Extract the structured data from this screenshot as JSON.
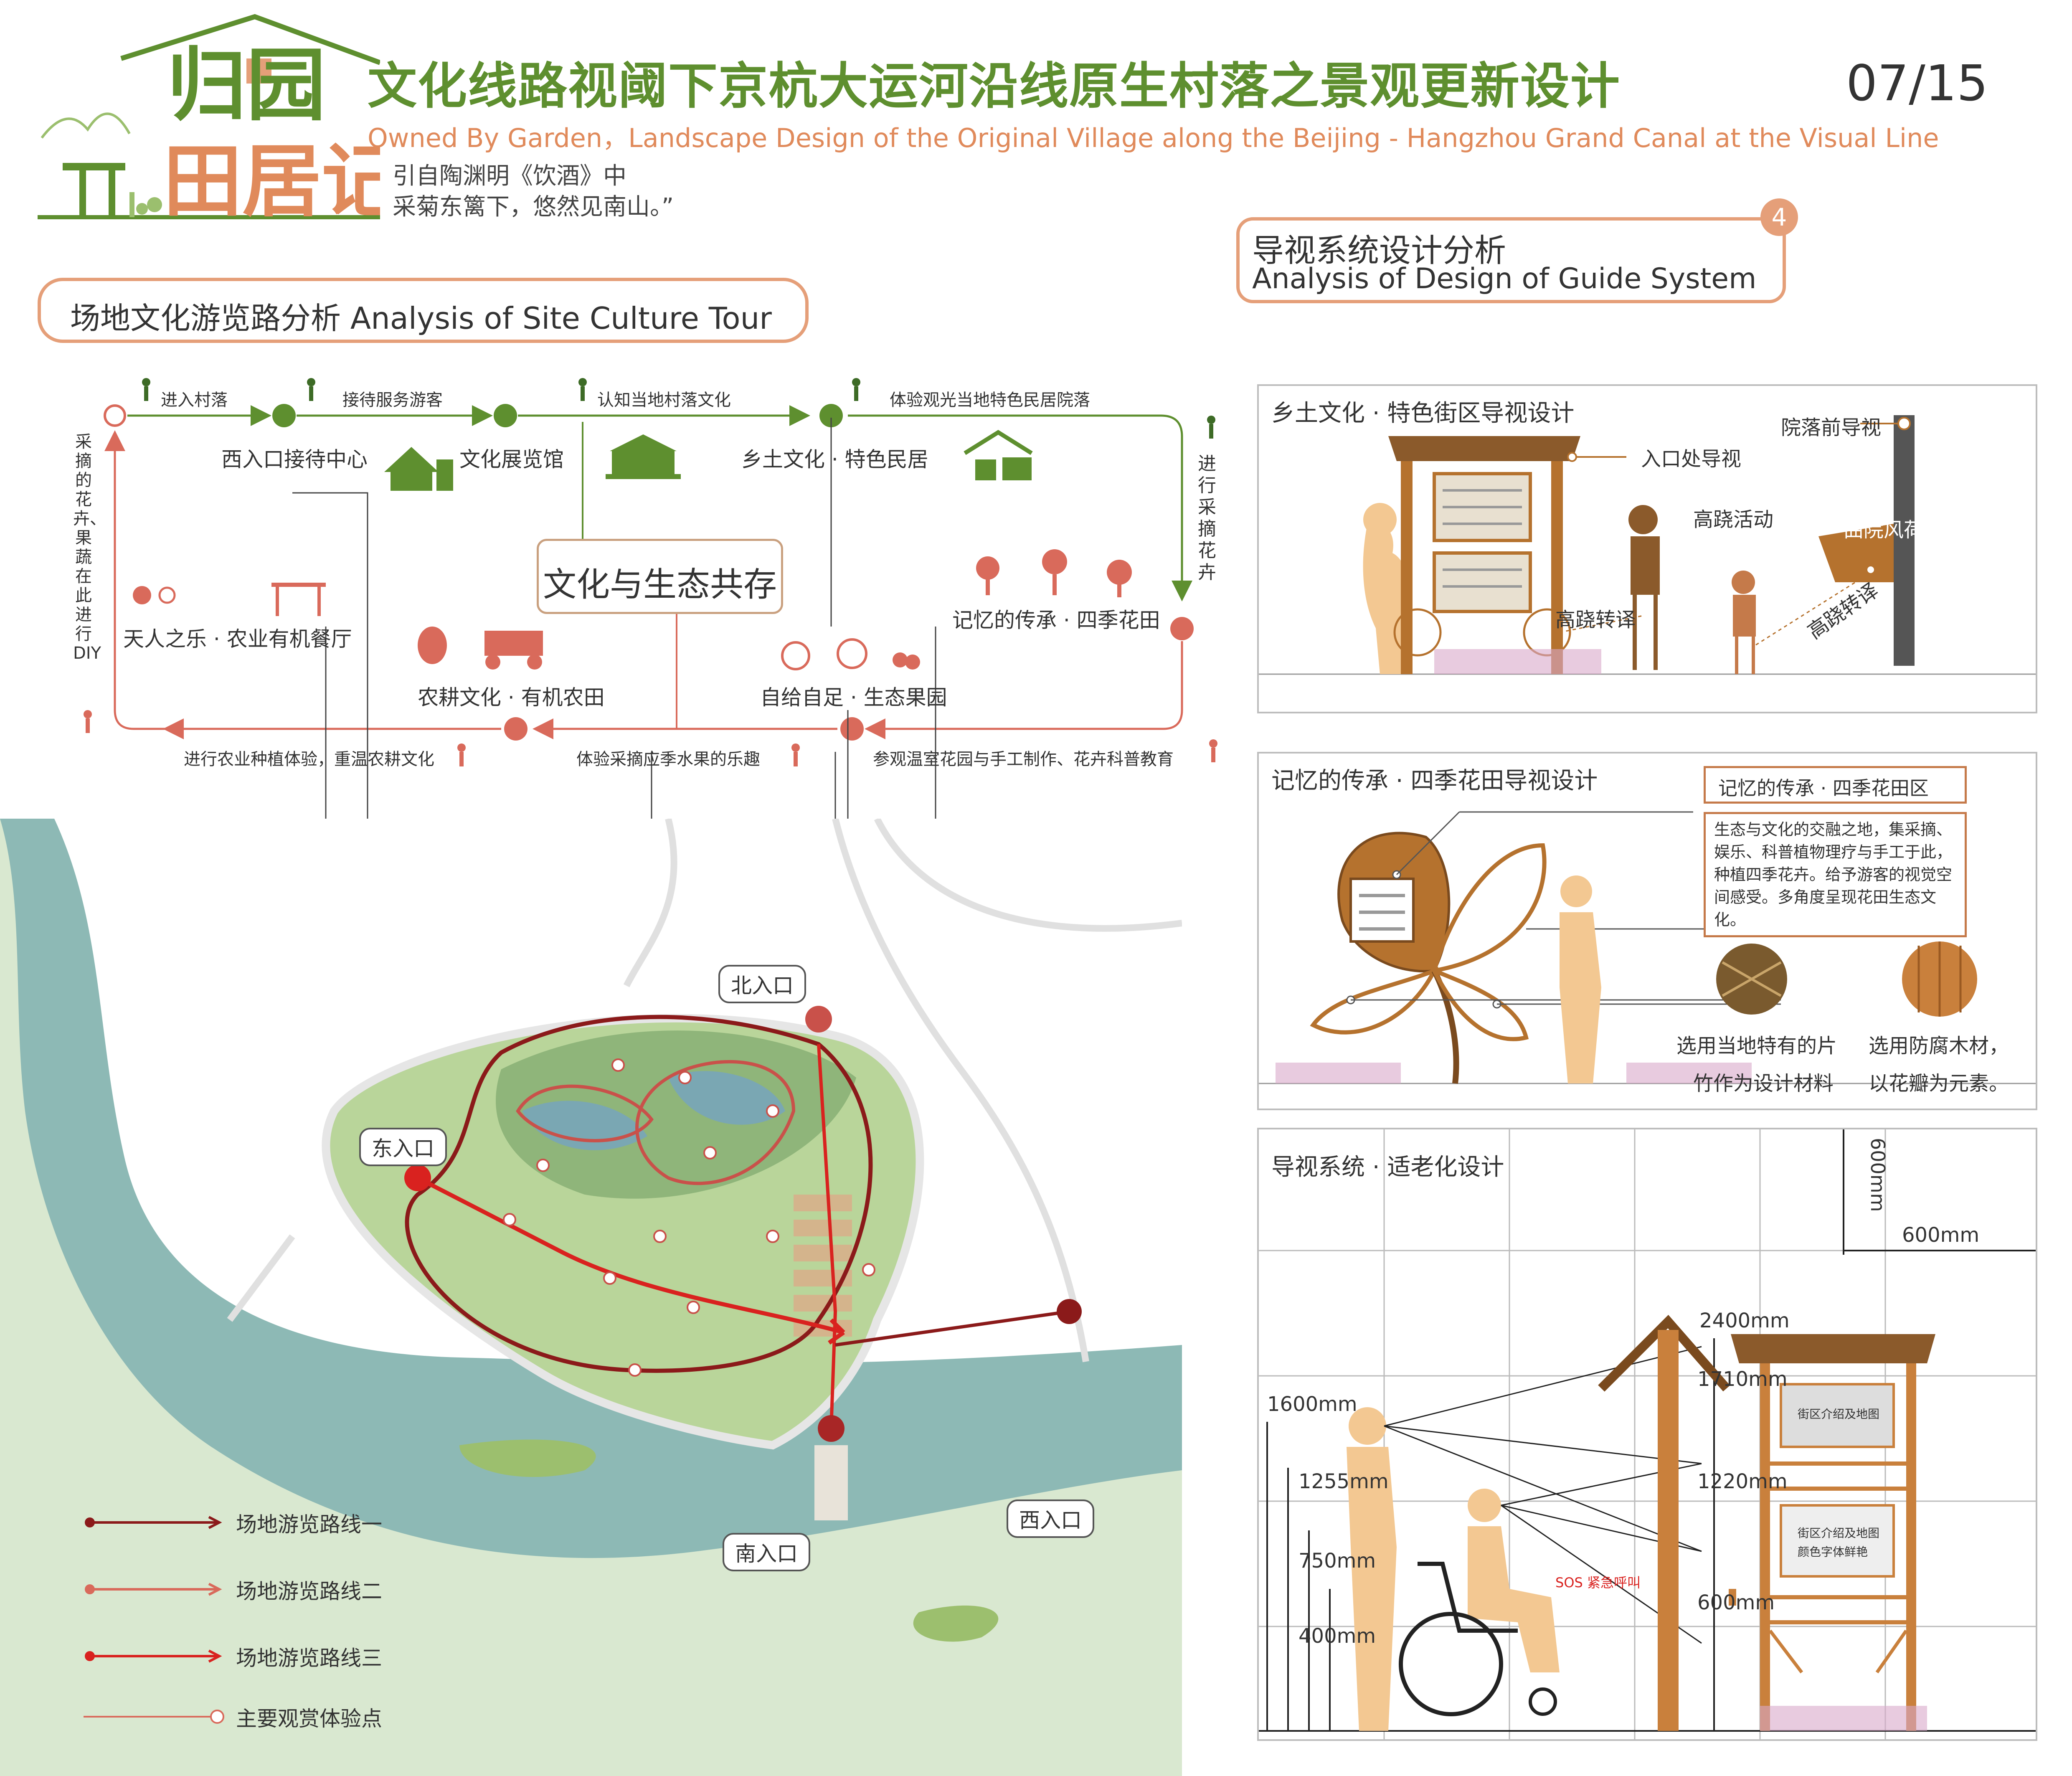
{
  "header": {
    "logo_line1": "归园",
    "logo_line2": "田居记",
    "main_title": "文化线路视阈下京杭大运河沿线原生村落之景观更新设计",
    "sub_title": "Owned By Garden，Landscape Design of the Original Village along the Beijing - Hangzhou Grand Canal at the Visual Line",
    "quote_line1": "引自陶渊明《饮酒》中",
    "quote_line2": "采菊东篱下，悠然见南山。”",
    "page_number": "07/15"
  },
  "section_tour": {
    "title": "场地文化游览路分析  Analysis of Site Culture Tour"
  },
  "section_guide": {
    "title_cn": "导视系统设计分析",
    "title_en": "Analysis of Design of Guide System",
    "number": "4"
  },
  "flow": {
    "steps_top": [
      "进入村落",
      "接待服务游客",
      "认知当地村落文化",
      "体验观光当地特色民居院落"
    ],
    "nodes_top": [
      "西入口接待中心",
      "文化展览馆",
      "乡土文化 · 特色民居"
    ],
    "right_vertical": "进行采摘花卉",
    "left_vertical": "采摘的花卉、果蔬在此进行DIY",
    "center": "文化与生态共存",
    "nodes_mid": [
      "天人之乐 · 农业有机餐厅",
      "记忆的传承 · 四季花田",
      "农耕文化 · 有机农田",
      "自给自足 · 生态果园"
    ],
    "steps_bottom": [
      "进行农业种植体验，重温农耕文化",
      "体验采摘应季水果的乐趣",
      "参观温室花园与手工制作、花卉科普教育"
    ]
  },
  "map": {
    "entrances": [
      "北入口",
      "东入口",
      "西入口",
      "南入口"
    ],
    "legend": [
      "场地游览路线一",
      "场地游览路线二",
      "场地游览路线三",
      "主要观赏体验点"
    ]
  },
  "panel1": {
    "title": "乡土文化 · 特色街区导视设计",
    "labels": [
      "入口处导视",
      "院落前导视",
      "高跷活动",
      "曲院风荷",
      "高跷转译",
      "高跷转译"
    ]
  },
  "panel2": {
    "title": "记忆的传承 · 四季花田导视设计",
    "box_title": "记忆的传承 · 四季花田区",
    "description": "生态与文化的交融之地，集采摘、娱乐、科普植物理疗与手工于此，种植四季花卉。给予游客的视觉空间感受。多角度呈现花田生态文化。",
    "material1_line1": "选用当地特有的片",
    "material1_line2": "竹作为设计材料",
    "material2_line1": "选用防腐木材，",
    "material2_line2": "以花瓣为元素。"
  },
  "panel3": {
    "title": "导视系统 · 适老化设计",
    "grid_h": "600mm",
    "grid_v": "600mm",
    "dims_left": [
      "1600mm",
      "1255mm",
      "750mm",
      "400mm"
    ],
    "dims_right": [
      "2400mm",
      "1710mm",
      "1220mm",
      "600mm"
    ],
    "sos": "SOS 紧急呼叫",
    "sign1": "街区介绍及地图",
    "sign2_line1": "街区介绍及地图",
    "sign2_line2": "颜色字体鲜艳"
  },
  "colors": {
    "green": "#5e8f2f",
    "orange": "#e08a5b",
    "route_dark": "#8b1a1a",
    "route_mid": "#c9514a",
    "route_bright": "#d9221f",
    "wood": "#b5722e",
    "figure": "#f3c892"
  }
}
